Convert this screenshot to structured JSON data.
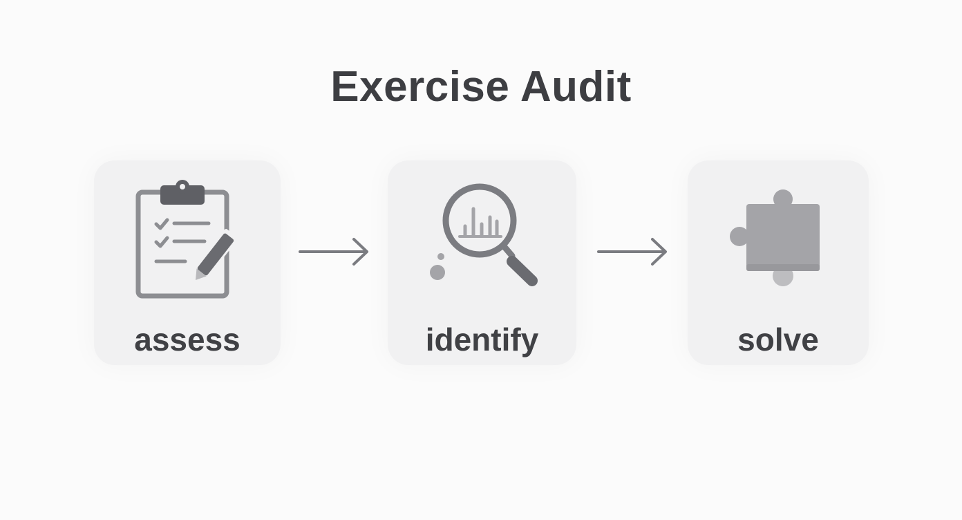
{
  "title": "Exercise Audit",
  "steps": [
    {
      "label": "assess",
      "icon": "clipboard-checklist-icon"
    },
    {
      "label": "identify",
      "icon": "magnifier-chart-icon"
    },
    {
      "label": "solve",
      "icon": "puzzle-piece-icon"
    }
  ],
  "colors": {
    "background": "#fbfbfb",
    "card": "#f1f1f2",
    "text": "#3d3e42",
    "icon_dark": "#6a6b70",
    "icon_light": "#a4a4a8",
    "arrow": "#7a7b80"
  }
}
